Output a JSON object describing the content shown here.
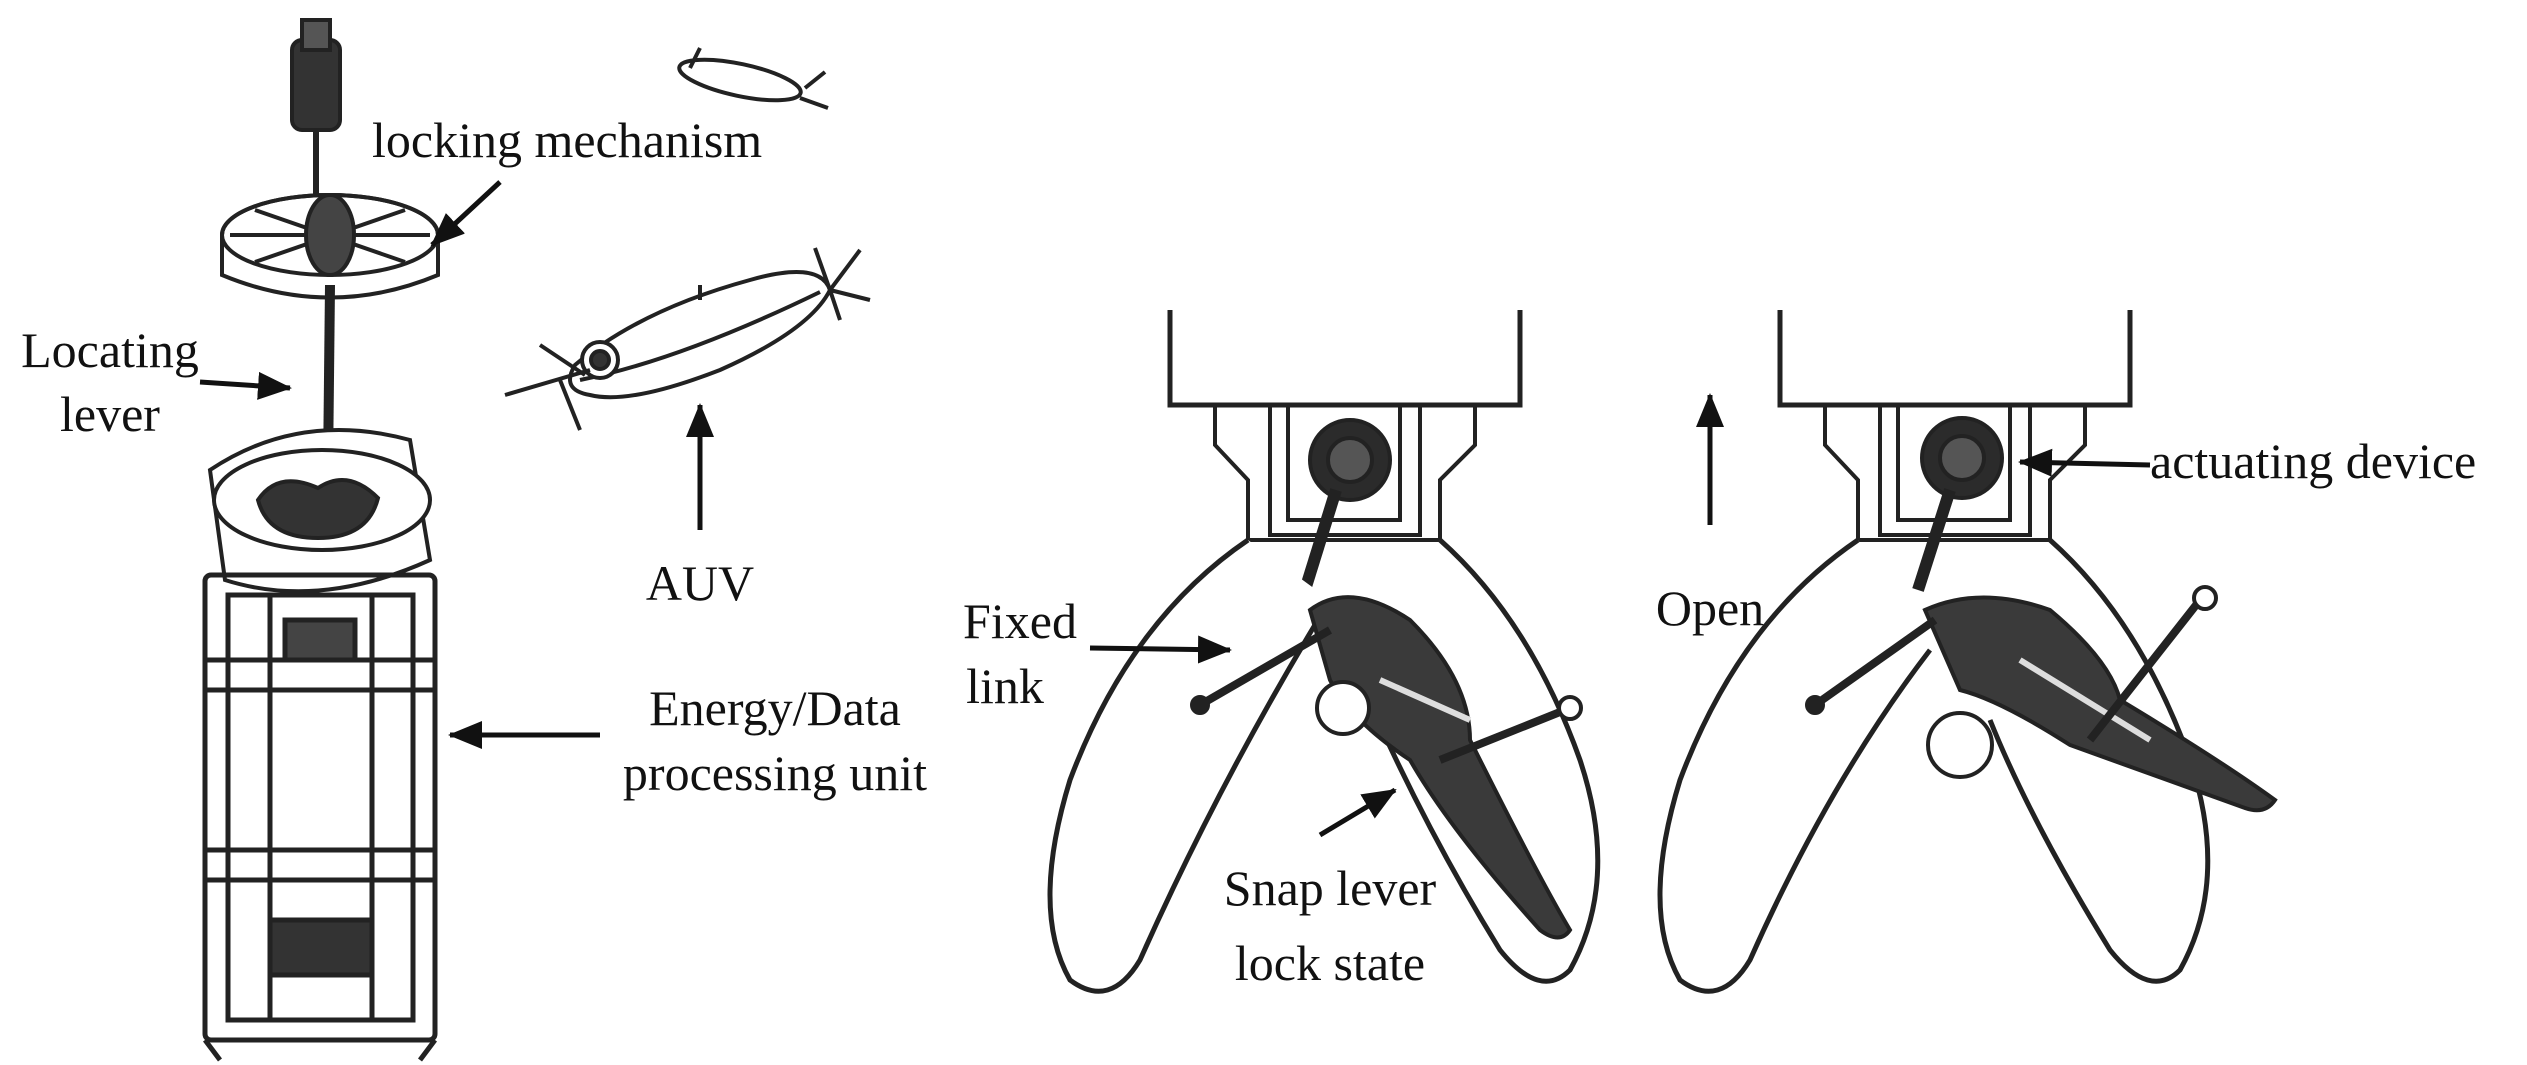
{
  "labels": {
    "locking_mechanism": "locking mechanism",
    "locating_lever_line1": "Locating",
    "locating_lever_line2": "lever",
    "auv": "AUV",
    "energy_line1": "Energy/Data",
    "energy_line2": "processing unit",
    "fixed_link_line1": "Fixed",
    "fixed_link_line2": "link",
    "snap_line1": "Snap lever",
    "snap_line2": "lock state",
    "open": "Open",
    "actuating_device": "actuating device"
  }
}
